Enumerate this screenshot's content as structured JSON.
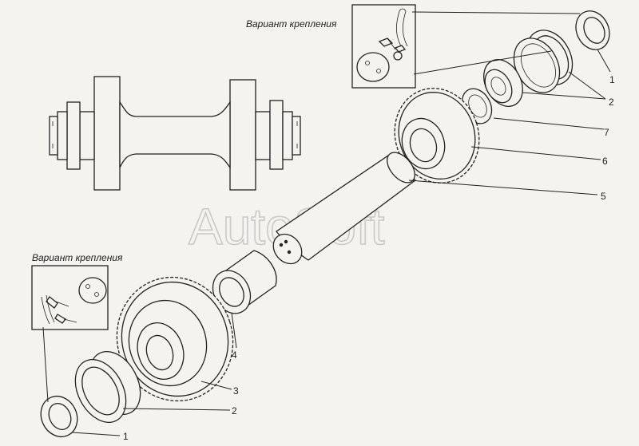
{
  "captions": {
    "top": "Вариант крепления",
    "bottom": "Вариант крепления"
  },
  "watermark": "AutoSoft",
  "callouts": {
    "top_1": "1",
    "top_2": "2",
    "n7": "7",
    "n6": "6",
    "n5": "5",
    "n4": "4",
    "n3": "3",
    "bottom_2": "2",
    "bottom_1": "1"
  }
}
